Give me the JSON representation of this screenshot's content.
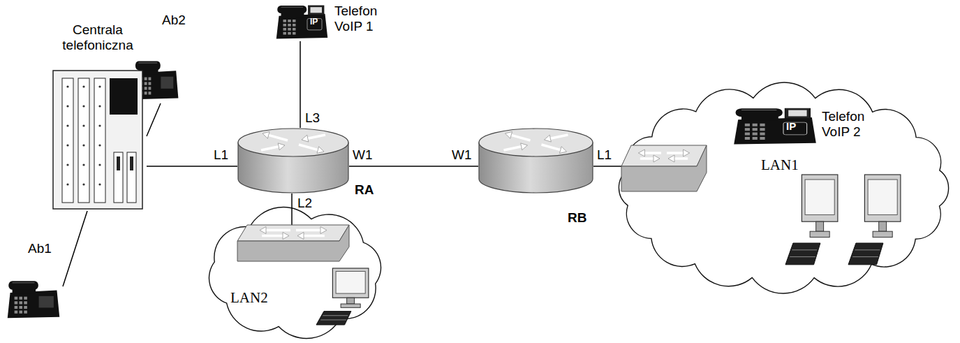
{
  "diagram": {
    "nodes": [
      {
        "text": [
          "Ab2"
        ]
      },
      {
        "text": [
          "Telefon VoIP 1"
        ]
      },
      {
        "text": [
          "Centrala telefoniczna"
        ]
      },
      {
        "text": [
          "RA"
        ]
      },
      {
        "text": [
          "RB"
        ]
      },
      {
        "text": [
          "LAN1"
        ]
      },
      {
        "text": [
          "Telefon VoIP 2"
        ],
        "in": 5
      },
      {
        "text": [
          "LAN2"
        ]
      },
      {
        "text": [
          "Ab1"
        ]
      }
    ],
    "edges": [
      {
        "from": 2,
        "to": 0,
        "arrow": "none"
      },
      {
        "from": 2,
        "to": 8,
        "arrow": "none"
      },
      {
        "from": 2,
        "to": 3,
        "arrow": "none"
      },
      {
        "from": 3,
        "to": 1,
        "arrow": "none"
      },
      {
        "from": 3,
        "to": 7,
        "arrow": "none"
      },
      {
        "from": 3,
        "to": 4,
        "arrow": "none"
      },
      {
        "from": 4,
        "to": 5,
        "arrow": "none"
      }
    ],
    "labels": [
      "IP",
      "L3",
      "IP",
      "L1",
      "W1",
      "W1",
      "L1",
      "L2"
    ]
  }
}
